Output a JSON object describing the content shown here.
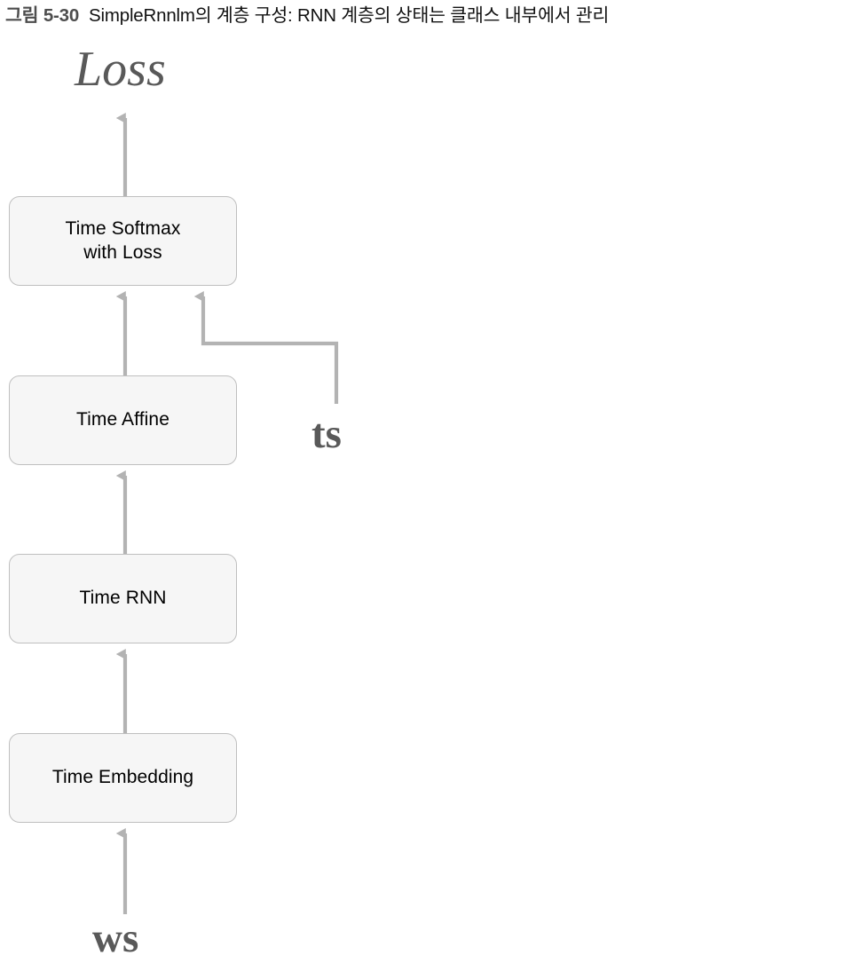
{
  "caption": {
    "figure_number": "그림 5-30",
    "text": "SimpleRnnlm의 계층 구성: RNN 계층의 상태는 클래스 내부에서 관리"
  },
  "diagram": {
    "type": "flowchart",
    "orientation": "bottom-to-top",
    "nodes": [
      {
        "id": "softmax",
        "label": "Time Softmax\nwith Loss"
      },
      {
        "id": "affine",
        "label": "Time Affine"
      },
      {
        "id": "rnn",
        "label": "Time RNN"
      },
      {
        "id": "embedding",
        "label": "Time Embedding"
      }
    ],
    "variables": [
      {
        "id": "loss",
        "label": "Loss"
      },
      {
        "id": "ts",
        "label": "ts"
      },
      {
        "id": "ws",
        "label": "ws"
      }
    ],
    "edges": [
      {
        "from": "softmax",
        "to": "loss",
        "kind": "arrow-up"
      },
      {
        "from": "affine",
        "to": "softmax",
        "kind": "arrow-up"
      },
      {
        "from": "ts",
        "to": "softmax",
        "kind": "arrow-elbow-up"
      },
      {
        "from": "rnn",
        "to": "affine",
        "kind": "arrow-up"
      },
      {
        "from": "embedding",
        "to": "rnn",
        "kind": "arrow-up"
      },
      {
        "from": "ws",
        "to": "embedding",
        "kind": "arrow-up"
      }
    ]
  },
  "colors": {
    "node_fill": "#f6f6f6",
    "node_border": "#bfbfbf",
    "arrow": "#b3b3b3",
    "variable_text": "#595959",
    "caption_figno": "#4d4d4d",
    "caption_text": "#111111"
  }
}
